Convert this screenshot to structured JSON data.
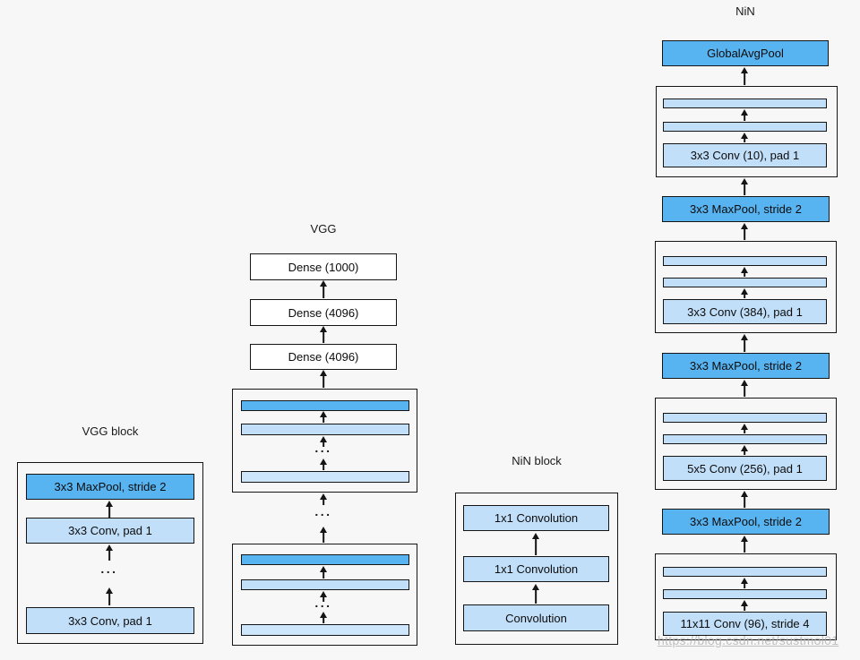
{
  "page": {
    "background": "#f7f7f7",
    "watermark": "https://blog.csdn.net/sustmol01"
  },
  "colors": {
    "canvas": "#f7f7f7",
    "pool": "#58b4f1",
    "conv": "#c2dff9",
    "bar": "#cde6fb",
    "dense": "#ffffff",
    "border": "#151515"
  },
  "ellipsis": "...",
  "diagrams": {
    "vgg_block": {
      "title": "VGG block",
      "maxpool": "3x3 MaxPool, stride 2",
      "conv_upper": "3x3 Conv, pad 1",
      "conv_lower": "3x3 Conv, pad 1"
    },
    "vgg": {
      "title": "VGG",
      "dense_top": "Dense (1000)",
      "dense_mid": "Dense (4096)",
      "dense_bottom": "Dense (4096)"
    },
    "nin_block": {
      "title": "NiN block",
      "conv1x1_top": "1x1 Convolution",
      "conv1x1_mid": "1x1 Convolution",
      "conv_bottom": "Convolution"
    },
    "nin": {
      "title": "NiN",
      "global_avg_pool": "GlobalAvgPool",
      "maxpool": "3x3 MaxPool, stride 2",
      "stage4_conv": "3x3 Conv (10), pad 1",
      "stage3_conv": "3x3 Conv (384), pad 1",
      "stage2_conv": "5x5 Conv (256), pad 1",
      "stage1_conv": "11x11 Conv (96), stride 4"
    }
  }
}
